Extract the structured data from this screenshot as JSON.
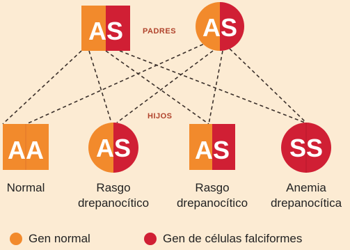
{
  "labels": {
    "parents": "PADRES",
    "children": "HIJOS"
  },
  "colors": {
    "normal": "#f28a2c",
    "sickle": "#d01f34",
    "label": "#b0432c",
    "line": "#3a2f2a",
    "background": "#fcebd3"
  },
  "parents": [
    {
      "genotype": "AS",
      "shape": "square"
    },
    {
      "genotype": "AS",
      "shape": "circle"
    }
  ],
  "children": [
    {
      "genotype": "AA",
      "shape": "square",
      "caption": [
        "Normal"
      ]
    },
    {
      "genotype": "AS",
      "shape": "circle",
      "caption": [
        "Rasgo",
        "drepanocítico"
      ]
    },
    {
      "genotype": "AS",
      "shape": "square",
      "caption": [
        "Rasgo",
        "drepanocítico"
      ]
    },
    {
      "genotype": "SS",
      "shape": "circle",
      "caption": [
        "Anemia",
        "drepanocítica"
      ]
    }
  ],
  "legend": {
    "normal": "Gen normal",
    "sickle": "Gen de células falciformes"
  }
}
